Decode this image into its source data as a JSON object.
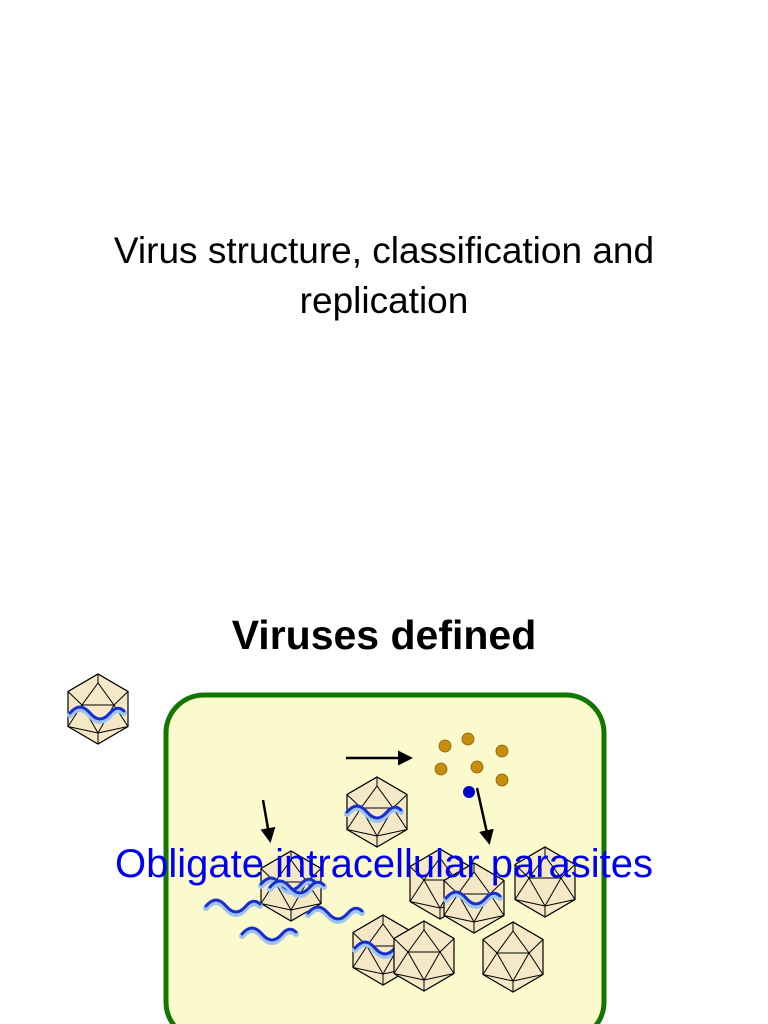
{
  "slides": [
    {
      "title": "Virus structure, classification and replication"
    },
    {
      "title": "Viruses defined",
      "overlay_text": "Obligate intracellular parasites",
      "overlay_color": "#0000ee",
      "colors": {
        "cell_fill": "#fafacd",
        "cell_border": "#117700",
        "capsid_fill": "#f4e8c6",
        "genome_dark": "#1a2ecc",
        "genome_light": "#9ec4ee",
        "protein_dots": "#c68e0c",
        "blue_dot": "#0000cc"
      }
    }
  ]
}
